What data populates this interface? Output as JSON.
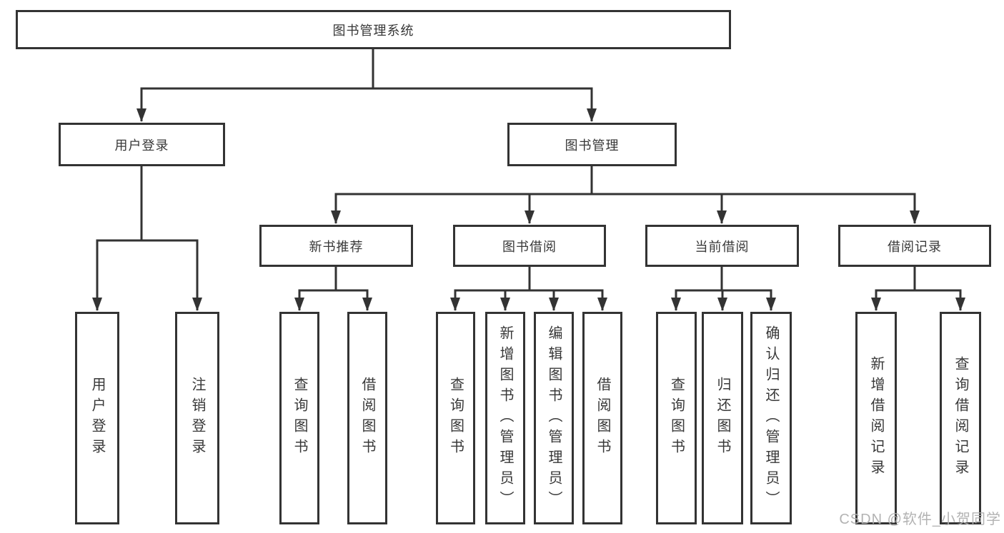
{
  "tree": {
    "label": "图书管理系统",
    "children": [
      {
        "label": "用户登录",
        "children": [
          {
            "label": "用户登录"
          },
          {
            "label": "注销登录"
          }
        ]
      },
      {
        "label": "图书管理",
        "children": [
          {
            "label": "新书推荐",
            "children": [
              {
                "label": "查询图书"
              },
              {
                "label": "借阅图书"
              }
            ]
          },
          {
            "label": "图书借阅",
            "children": [
              {
                "label": "查询图书"
              },
              {
                "label": "新增图书（管理员）"
              },
              {
                "label": "编辑图书（管理员）"
              },
              {
                "label": "借阅图书"
              }
            ]
          },
          {
            "label": "当前借阅",
            "children": [
              {
                "label": "查询图书"
              },
              {
                "label": "归还图书"
              },
              {
                "label": "确认归还（管理员）"
              }
            ]
          },
          {
            "label": "借阅记录",
            "children": [
              {
                "label": "新增借阅记录"
              },
              {
                "label": "查询借阅记录"
              }
            ]
          }
        ]
      }
    ]
  },
  "watermark": "CSDN @软件_小贺同学",
  "colors": {
    "line": "#333333",
    "text": "#383838",
    "background": "#ffffff",
    "watermark": "#afafaf"
  }
}
